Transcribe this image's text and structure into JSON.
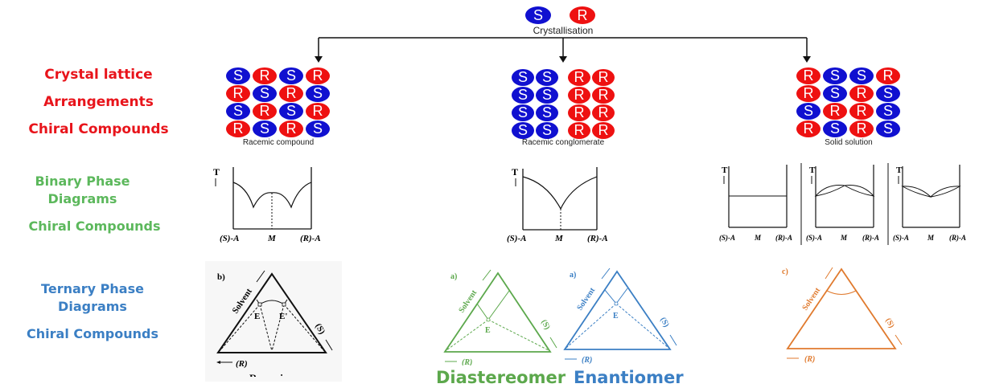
{
  "header": {
    "legend": [
      {
        "label": "S",
        "color": "#1010d0"
      },
      {
        "label": "R",
        "color": "#ee1111"
      }
    ],
    "title": "Crystallisation"
  },
  "row_labels": {
    "crystal": [
      "Crystal lattice",
      "Arrangements",
      "Chiral Compounds"
    ],
    "binary": [
      "Binary Phase",
      "Diagrams",
      "Chiral Compounds"
    ],
    "ternary": [
      "Ternary Phase",
      "Diagrams",
      "Chiral Compounds"
    ]
  },
  "colors": {
    "crystal_label": "#e8141b",
    "binary_label": "#5cb85c",
    "ternary_label": "#3b7fc4",
    "S": "#1010d0",
    "R": "#ee1111",
    "diastereomer": "#5ca84c",
    "enantiomer": "#3b7fc4",
    "solid_solution_ternary": "#e07a2e"
  },
  "lattices": [
    {
      "caption": "Racemic compound",
      "rows": [
        [
          "S",
          "R",
          "S",
          "R"
        ],
        [
          "R",
          "S",
          "R",
          "S"
        ],
        [
          "S",
          "R",
          "S",
          "R"
        ],
        [
          "R",
          "S",
          "R",
          "S"
        ]
      ]
    },
    {
      "caption": "Racemic conglomerate",
      "rows": [
        [
          "S",
          "S",
          "R",
          "R"
        ],
        [
          "S",
          "S",
          "R",
          "R"
        ],
        [
          "S",
          "S",
          "R",
          "R"
        ],
        [
          "S",
          "S",
          "R",
          "R"
        ]
      ]
    },
    {
      "caption": "Solid solution",
      "rows": [
        [
          "R",
          "S",
          "S",
          "R"
        ],
        [
          "R",
          "S",
          "R",
          "S"
        ],
        [
          "S",
          "R",
          "R",
          "S"
        ],
        [
          "R",
          "S",
          "R",
          "S"
        ]
      ]
    }
  ],
  "binary": {
    "axis_T": "T",
    "x_labels": [
      "(S)-A",
      "M",
      "(R)-A"
    ]
  },
  "ternary": {
    "compound": {
      "panel": "b)",
      "side_left": "Solvent",
      "side_right": "(S)",
      "side_bottom": "(R)",
      "points": [
        "E",
        "E'"
      ],
      "partial_caption": "Racemic"
    },
    "diastereomer": {
      "panel": "a)",
      "side_left": "Solvent",
      "side_right": "(S)",
      "side_bottom": "(R)",
      "point": "E",
      "caption": "Diastereomer"
    },
    "enantiomer": {
      "panel": "a)",
      "side_left": "Solvent",
      "side_right": "(S)",
      "side_bottom": "(R)",
      "point": "E",
      "caption": "Enantiomer"
    },
    "solid_solution": {
      "panel": "c)",
      "side_left": "Solvent",
      "side_right": "(S)",
      "side_bottom": "(R)"
    }
  }
}
